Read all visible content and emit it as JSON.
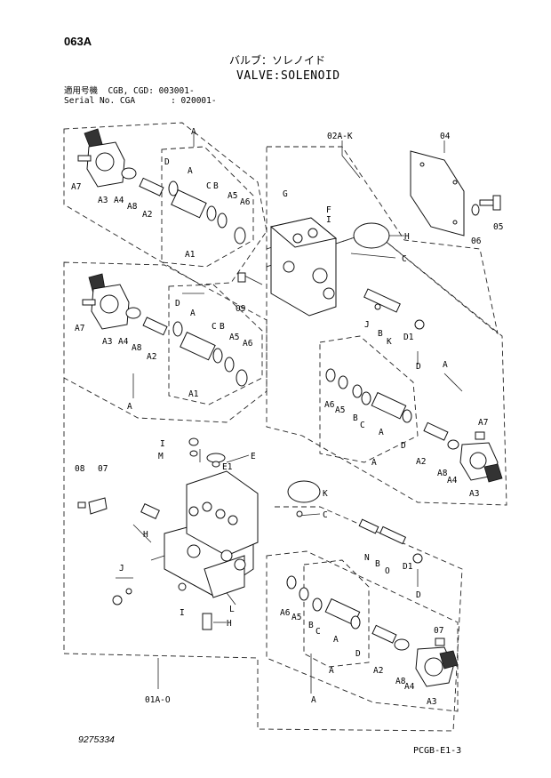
{
  "page_code": "063A",
  "title_jp": "バルブ：ソレノイド",
  "title_en": "VALVE:SOLENOID",
  "serial_lines": [
    "適用号機  CGB, CGD: 003001-",
    "Serial No. CGA       : 020001-"
  ],
  "doc_number": "9275334",
  "page_ref": "PCGB-E1-3",
  "callouts": {
    "a": "A",
    "b": "B",
    "c": "C",
    "d": "D",
    "e": "E",
    "e1": "E1",
    "f": "F",
    "g": "G",
    "h": "H",
    "i": "I",
    "j": "J",
    "k": "K",
    "l": "L",
    "m": "M",
    "n": "N",
    "o": "O",
    "a1": "A1",
    "a2": "A2",
    "a3": "A3",
    "a4": "A4",
    "a5": "A5",
    "a6": "A6",
    "a7": "A7",
    "a8": "A8",
    "d1": "D1",
    "p04": "04",
    "p05": "05",
    "p06": "06",
    "p07": "07",
    "p08": "08",
    "p09": "09",
    "ref02": "02A-K",
    "ref01": "01A-O"
  }
}
